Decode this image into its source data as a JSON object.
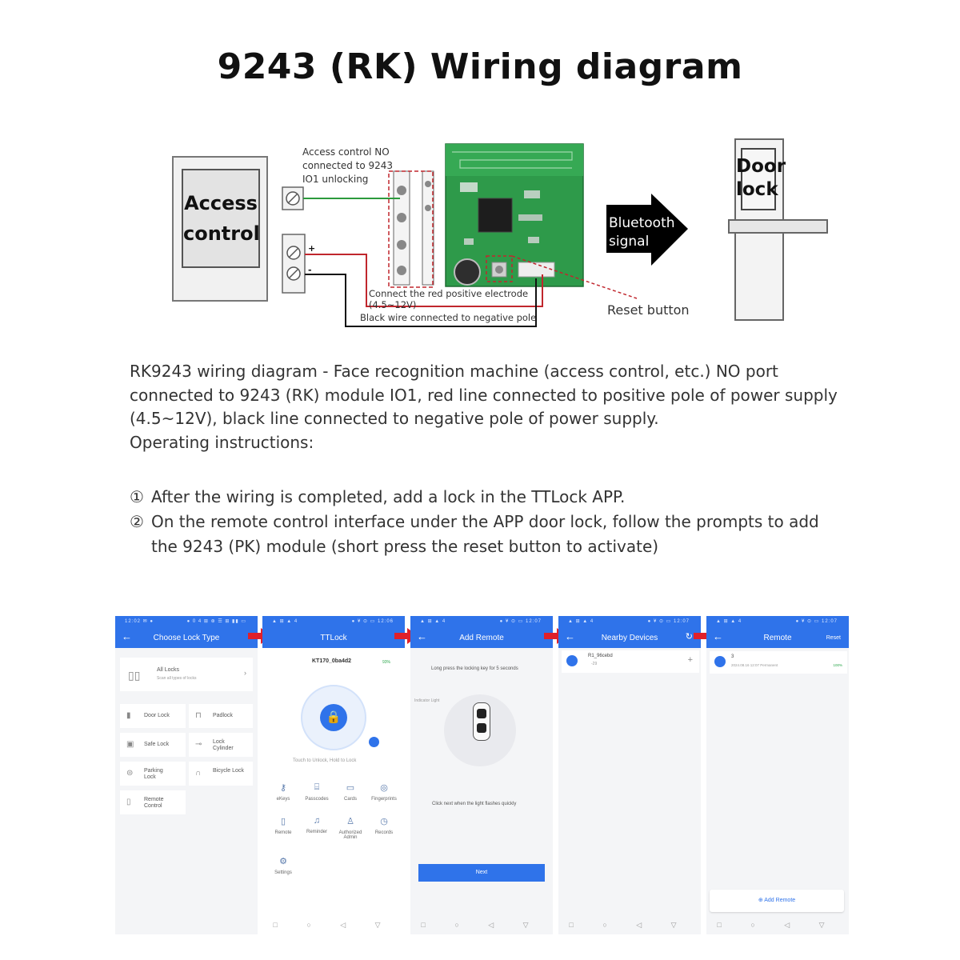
{
  "title": "9243 (RK) Wiring diagram",
  "diagram": {
    "access_control_label_line1": "Access",
    "access_control_label_line2": "control",
    "no_label_line1": "Access control NO",
    "no_label_line2": "connected to 9243",
    "no_label_line3": "IO1 unlocking",
    "plus_sign": "+",
    "minus_sign": "-",
    "red_label_line1": "Connect the red positive electrode",
    "red_label_line2": "(4.5~12V)",
    "black_label": "Black wire connected to negative pole",
    "bluetooth_line1": "Bluetooth",
    "bluetooth_line2": "signal",
    "reset_label": "Reset button",
    "door_lock_line1": "Door",
    "door_lock_line2": "lock",
    "colors": {
      "red_wire": "#c0262d",
      "black_wire": "#111111",
      "green_wire": "#2c9a3c",
      "pcb": "#2e9a4a"
    }
  },
  "description": "RK9243 wiring diagram - Face recognition machine (access control, etc.) NO port connected to 9243 (RK) module IO1, red line connected to positive pole of power supply (4.5~12V), black line connected to negative pole of power supply.",
  "operating_title": "Operating instructions:",
  "steps": [
    {
      "num": "①",
      "text": "After the wiring is completed, add a lock in the TTLock APP."
    },
    {
      "num": "②",
      "text": "On the remote control interface under the APP door lock, follow the prompts to add the 9243 (PK) module (short press the reset button to activate)"
    }
  ],
  "phones": {
    "accent": "#2f73ea",
    "arrow_color": "#e0202a",
    "p1": {
      "status_left": "12:02 ✉ ●",
      "status_right": "● 0 4 ⊞ ⊛ ☰ ⊞ ▮▮ ▭",
      "header": "Choose Lock Type",
      "all_locks": "All Locks",
      "all_locks_sub": "Scan all types of locks",
      "items": [
        {
          "label": "Door Lock",
          "icon": "door-lock-icon"
        },
        {
          "label": "Padlock",
          "icon": "padlock-icon"
        },
        {
          "label": "Safe Lock",
          "icon": "safe-lock-icon"
        },
        {
          "label": "Lock Cylinder",
          "icon": "lock-cylinder-icon"
        },
        {
          "label": "Parking Lock",
          "icon": "parking-lock-icon"
        },
        {
          "label": "Bicycle Lock",
          "icon": "bicycle-lock-icon"
        },
        {
          "label": "Remote Control",
          "icon": "remote-control-icon"
        }
      ]
    },
    "p2": {
      "status_left": "▲ ⊞ ▲ 4",
      "status_right": "● ¥ ⊙ ▭ 12:06",
      "header": "TTLock",
      "device": "KT170_0ba4d2",
      "battery": "93%",
      "hint": "Touch to Unlock, Hold to Lock",
      "grid": [
        "eKeys",
        "Passcodes",
        "Cards",
        "Fingerprints",
        "Remote",
        "Reminder",
        "Authorized Admin",
        "Records",
        "Settings"
      ]
    },
    "p3": {
      "status_left": "▲ ⊞ ▲ 4",
      "status_right": "● ¥ ⊙ ▭ 12:07",
      "header": "Add Remote",
      "instruction": "Long press the locking key for 5 seconds",
      "indicator": "Indicator Light",
      "next_hint": "Click next when the light flashes quickly",
      "button": "Next"
    },
    "p4": {
      "status_left": "▲ ⊞ ▲ 4",
      "status_right": "● ¥ ⊙ ▭ 12:07",
      "header": "Nearby Devices",
      "device": "R1_96cebd",
      "signal": "-29"
    },
    "p5": {
      "status_left": "▲ ⊞ ▲ 4",
      "status_right": "● ¥ ⊙ ▭ 12:07",
      "header": "Remote",
      "reset": "Reset",
      "item_name": "3",
      "item_sub": "2024.08.16 12:07 Permanent",
      "item_battery": "100%",
      "add_button": "Add Remote"
    },
    "nav_glyphs": "□ ○ ◁ ▽"
  }
}
